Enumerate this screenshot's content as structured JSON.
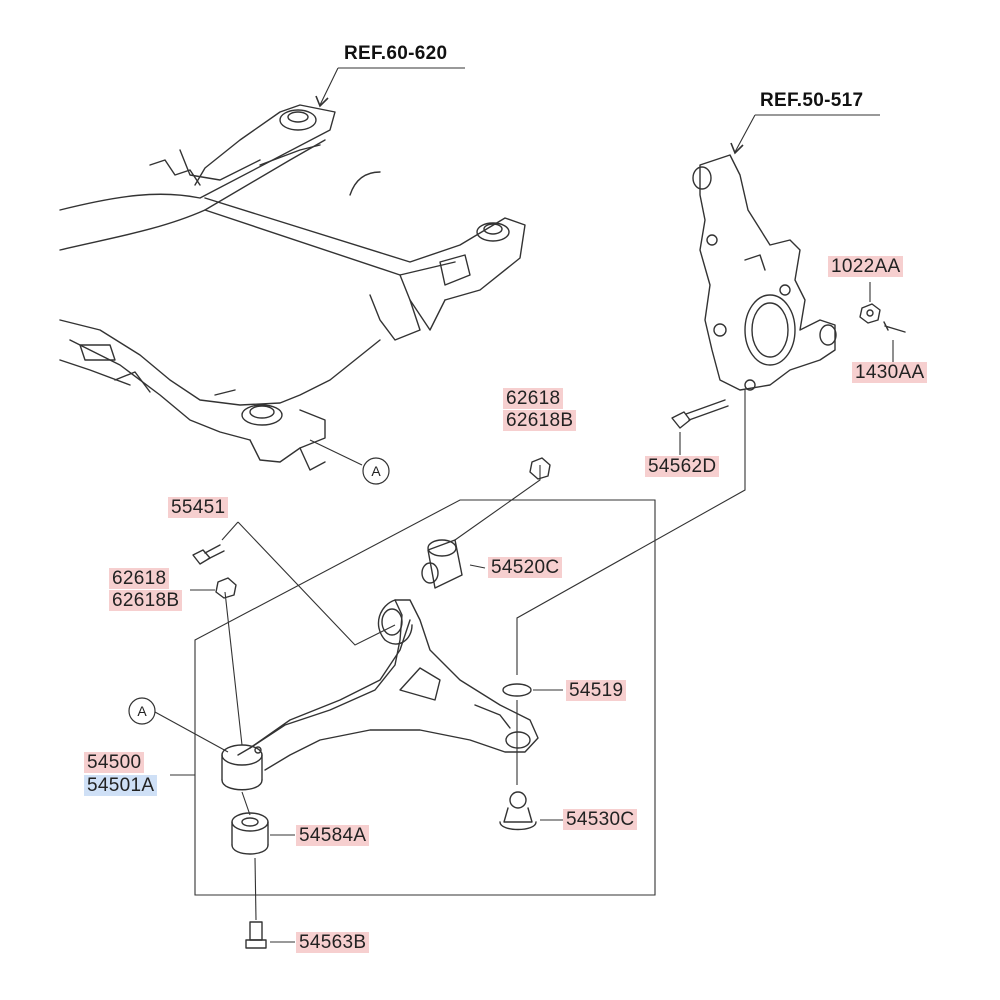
{
  "refs": {
    "subframe": "REF.60-620",
    "knuckle": "REF.50-517"
  },
  "callouts": {
    "point_a": "A"
  },
  "labels": {
    "p1022AA": "1022AA",
    "p1430AA": "1430AA",
    "p54562D": "54562D",
    "p62618_top": "62618",
    "p62618B_top": "62618B",
    "p55451": "55451",
    "p54520C": "54520C",
    "p62618_left": "62618",
    "p62618B_left": "62618B",
    "p54519": "54519",
    "p54500": "54500",
    "p54501A": "54501A",
    "p54584A": "54584A",
    "p54530C": "54530C",
    "p54563B": "54563B"
  },
  "colors": {
    "label_highlight": "#f6cfcf",
    "selected_highlight": "#cfe0f6",
    "line": "#333333"
  }
}
